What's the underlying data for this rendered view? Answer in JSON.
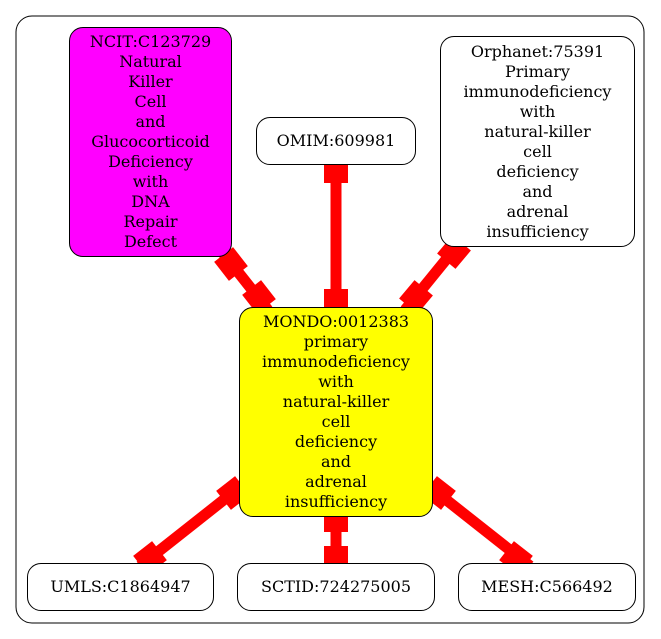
{
  "colors": {
    "edge": "#ff0000",
    "ncit_fill": "#ff00ff",
    "mondo_fill": "#ffff00",
    "default_fill": "#ffffff"
  },
  "nodes": {
    "ncit": [
      "NCIT:C123729",
      "Natural",
      "Killer",
      "Cell",
      "and",
      "Glucocorticoid",
      "Deficiency",
      "with",
      "DNA",
      "Repair",
      "Defect"
    ],
    "omim": [
      "OMIM:609981"
    ],
    "orphanet": [
      "Orphanet:75391",
      "Primary",
      "immunodeficiency",
      "with",
      "natural-killer",
      "cell",
      "deficiency",
      "and",
      "adrenal",
      "insufficiency"
    ],
    "mondo": [
      "MONDO:0012383",
      "primary",
      "immunodeficiency",
      "with",
      "natural-killer",
      "cell",
      "deficiency",
      "and",
      "adrenal",
      "insufficiency"
    ],
    "umls": [
      "UMLS:C1864947"
    ],
    "sctid": [
      "SCTID:724275005"
    ],
    "mesh": [
      "MESH:C566492"
    ]
  }
}
